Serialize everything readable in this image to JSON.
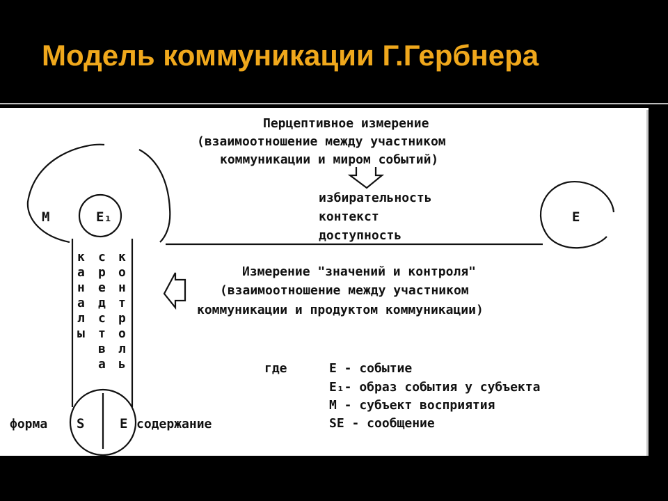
{
  "slide": {
    "title": "Модель коммуникации Г.Гербнера"
  },
  "diagram": {
    "perceptual": {
      "line1": "Перцептивное измерение",
      "line2": "(взаимоотношение между участником",
      "line3": "коммуникации и миром событий)"
    },
    "factors": [
      "избирательность",
      "контекст",
      "доступность"
    ],
    "left_circle": {
      "m": "M",
      "e1": "E₁"
    },
    "right_circle": {
      "e": "E"
    },
    "columns": [
      {
        "label": "каналы",
        "letters": [
          "к",
          "а",
          "н",
          "а",
          "л",
          "ы"
        ]
      },
      {
        "label": "средства",
        "letters": [
          "с",
          "р",
          "е",
          "д",
          "с",
          "т",
          "в",
          "а"
        ]
      },
      {
        "label": "контроль",
        "letters": [
          "к",
          "о",
          "н",
          "т",
          "р",
          "о",
          "л",
          "ь"
        ]
      }
    ],
    "meaning": {
      "line1": "Измерение \"значений и контроля\"",
      "line2": "(взаимоотношение между участником",
      "line3": "коммуникации и продуктом коммуникации)"
    },
    "message": {
      "s": "S",
      "e": "E",
      "form": "форма",
      "content": "содержание"
    },
    "legend": {
      "where": "где",
      "items": [
        "E - событие",
        "E₁- образ события у субъекта",
        "M - субъект восприятия",
        "SE - сообщение"
      ]
    }
  }
}
